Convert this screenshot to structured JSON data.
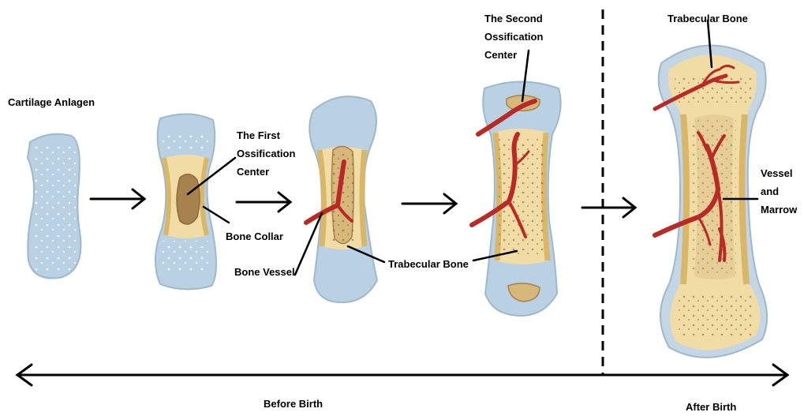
{
  "labels": {
    "cartilage_anlagen": "Cartilage Anlagen",
    "first_ossification": [
      "The First",
      "Ossification",
      "Center"
    ],
    "bone_collar": "Bone Collar",
    "bone_vessel": "Bone Vessel",
    "trabecular_bone_mid": "Trabecular Bone",
    "second_ossification": [
      "The Second",
      "Ossification",
      "Center"
    ],
    "trabecular_bone_top": "Trabecular Bone",
    "vessel_and_marrow": [
      "Vessel",
      "and",
      "Marrow"
    ],
    "before_birth": "Before Birth",
    "after_birth": "After Birth"
  },
  "colors": {
    "cartilage": "#b9d1e2",
    "bone": "#f1dca6",
    "bone_collar": "#d8b66a",
    "ossification": "#a7824f",
    "vessel": "#c8302a",
    "outline": "#8ea9bf"
  }
}
